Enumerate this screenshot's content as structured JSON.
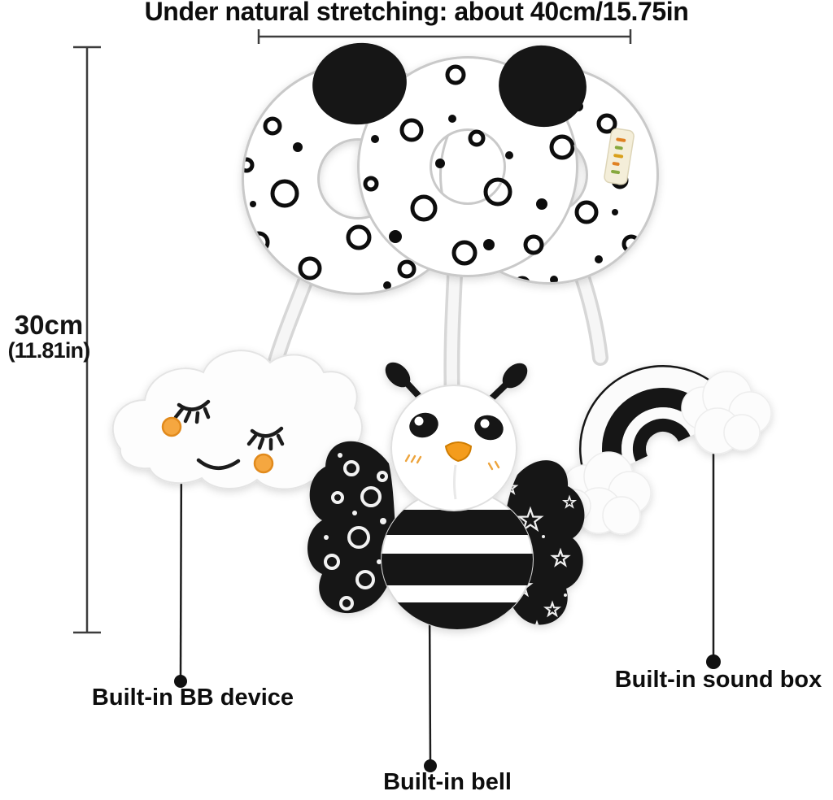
{
  "annotations": {
    "top_dimension": {
      "label": "Under natural stretching: about 40cm/15.75in"
    },
    "left_dimension": {
      "value_cm": "30cm",
      "value_in": "(11.81in)"
    },
    "callout_bb": {
      "label": "Built-in BB device"
    },
    "callout_bell": {
      "label": "Built-in bell"
    },
    "callout_sound": {
      "label": "Built-in sound box"
    }
  },
  "figure": {
    "type": "product-photo",
    "subject": "black and white spiral plush hanging toy",
    "parts": [
      {
        "name": "spiral-plush",
        "pattern": "black rings and dots on white, black plush ends"
      },
      {
        "name": "cloud-plush",
        "details": "sleepy closed eyes, orange cheeks, smile"
      },
      {
        "name": "bee-plush",
        "details": "black striped body, ring-pattern wing, star-pattern wing, orange beak"
      },
      {
        "name": "rainbow-plush",
        "details": "black and white arch with white cloud ends"
      },
      {
        "name": "care-tag",
        "details": "cream fabric tag with printed text"
      }
    ],
    "colors": {
      "plush_black": "#191919",
      "plush_white": "#ffffff",
      "cheek_orange": "#f5a73f",
      "beak_orange": "#f49c1d",
      "tag_cream": "#f4eed9",
      "annotation_line": "#3d3d3d",
      "leader_line": "#1c1c1c"
    }
  }
}
